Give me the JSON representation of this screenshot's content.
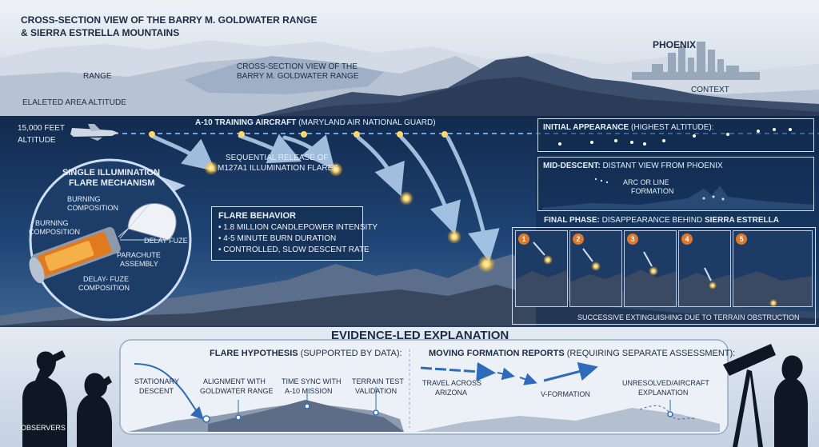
{
  "top": {
    "title_line1": "CROSS-SECTION VIEW OF THE BARRY M. GOLDWATER RANGE",
    "title_line2": "& SIERRA ESTRELLA MOUNTAINS",
    "range_label": "RANGE",
    "inner_title_line1": "CROSS-SECTION VIEW OF THE",
    "inner_title_line2": "BARRY M. GOLDWATER RANGE",
    "phoenix_label": "PHOENIX",
    "context_label": "CONTEXT",
    "elevated_label": "ELALETED AREA ALTITUDE"
  },
  "middle": {
    "altitude_line1": "15,000 FEET",
    "altitude_line2": "ALTITUDE",
    "aircraft_label_bold": "A-10 TRAINING AIRCRAFT",
    "aircraft_label_rest": " (MARYLAND AIR NATIONAL GUARD)",
    "release_line1": "SEQUENTIAL RELEASE OF",
    "release_line2": "M127A1 ILLUMINATION FLARES",
    "mechanism_title_line1": "SINGLE ILLUMINATION",
    "mechanism_title_line2": "FLARE MECHANISM",
    "mech_burning1_line1": "BURNING",
    "mech_burning1_line2": "COMPOSITION",
    "mech_burning2_line1": "BURNING",
    "mech_burning2_line2": "COMPOSITION",
    "mech_delay_fuze": "DELAY FUZE",
    "mech_parachute_line1": "PARACHUTE",
    "mech_parachute_line2": "ASSEMBLY",
    "mech_delay_comp_line1": "DELAY- FUZE",
    "mech_delay_comp_line2": "COMPOSITION",
    "behavior_title": "FLARE BEHAVIOR",
    "behavior_items": [
      "• 1.8 MILLION CANDLEPOWER INTENSITY",
      "• 4-5 MINUTE BURN DURATION",
      "• CONTROLLED, SLOW DESCENT RATE"
    ],
    "initial_bold": "INITIAL APPEARANCE",
    "initial_rest": " (HIGHEST ALTITUDE):",
    "mid_bold": "MID-DESCENT:",
    "mid_rest": " DISTANT VIEW FROM PHOENIX",
    "arc_line1": "ARC OR LINE",
    "arc_line2": "FORMATION",
    "final_bold": "FINAL PHASE:",
    "final_rest": " DISAPPEARANCE BEHIND ",
    "final_bold2": "SIERRA ESTRELLA",
    "final_numbers": [
      "1",
      "2",
      "3",
      "4",
      "5"
    ],
    "extinguish_caption": "SUCCESSIVE EXTINGUISHING DUE TO TERRAIN OBSTRUCTION"
  },
  "bottom": {
    "title": "EVIDENCE-LED EXPLANATION",
    "hyp_bold": "FLARE HYPOTHESIS",
    "hyp_rest": " (SUPPORTED BY DATA):",
    "hyp_items": [
      {
        "line1": "STATIONARY",
        "line2": "DESCENT"
      },
      {
        "line1": "ALIGNMENT WITH",
        "line2": "GOLDWATER RANGE"
      },
      {
        "line1": "TIME SYNC WITH",
        "line2": "A-10 MISSION"
      },
      {
        "line1": "TERRAIN TEST",
        "line2": "VALIDATION"
      }
    ],
    "moving_bold": "MOVING FORMATION REPORTS",
    "moving_rest": " (REQUIRING SEPARATE ASSESSMENT):",
    "travel_line1": "TRAVEL ACROSS",
    "travel_line2": "ARIZONA",
    "vformation": "V-FORMATION",
    "unresolved_line1": "UNRESOLVED/AIRCRAFT",
    "unresolved_line2": "EXPLANATION",
    "observers": "OBSERVERS"
  }
}
